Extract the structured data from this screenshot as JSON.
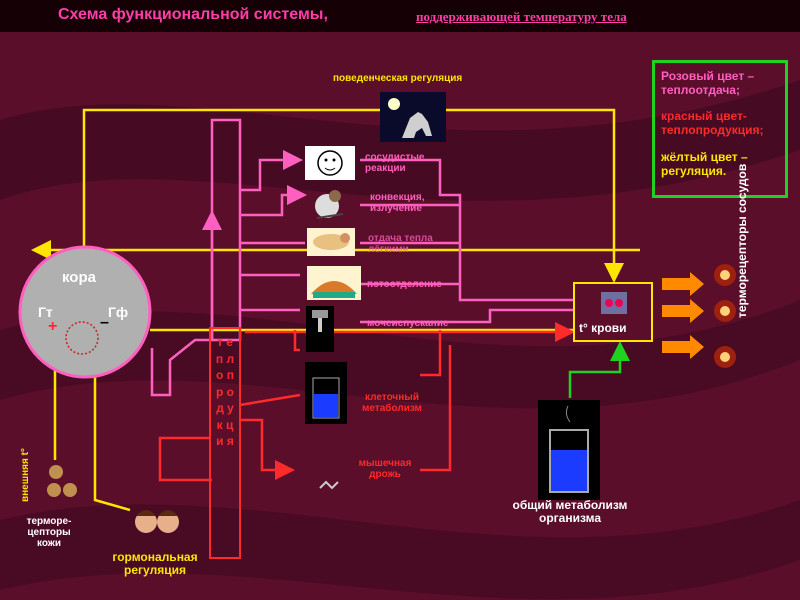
{
  "header": {
    "title": "Схема функциональной системы,",
    "subtitle": "поддерживающей температуру тела"
  },
  "legend": {
    "pink": "Розовый цвет – теплоотдача;",
    "red": "красный цвет- теплопродукция;",
    "yellow": "жёлтый цвет – регуляция."
  },
  "labels": {
    "behavioral": "поведенческая регуляция",
    "vascular": "сосудистые реакции",
    "convection": "конвекция, излучение",
    "lungs": "отдача тепла лёгкими",
    "sweat": "потоотделение",
    "urination": "мочеиспускание",
    "blood_temp": "t° крови",
    "cellular": "клеточный метаболизм",
    "muscle": "мышечная дрожь",
    "total_metabolism": "общий метаболизм организма",
    "hormonal": "гормональная регуляция",
    "skin_receptors": "терморе-цепторы кожи",
    "external_temp": "внешняя t°",
    "vessel_receptors": "терморецепторы сосудов",
    "heat_production": "т е п л о п р о д у к ц и я",
    "cortex": "кора",
    "gt": "Гт",
    "gf": "Гф",
    "plus": "+",
    "minus": "–"
  },
  "colors": {
    "pink": "#ff5fbf",
    "red": "#ff2a2a",
    "yellow": "#ffe600",
    "green": "#1fd21f",
    "orange": "#ff8a00"
  }
}
